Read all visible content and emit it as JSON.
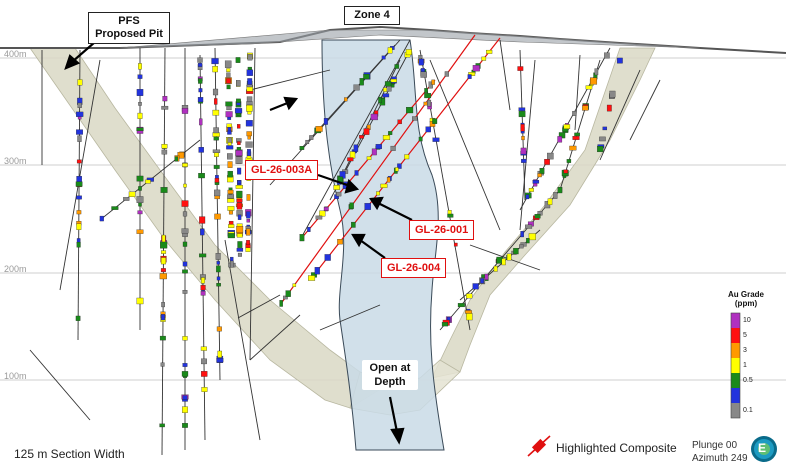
{
  "elevation_labels": [
    "400m",
    "300m",
    "200m",
    "100m"
  ],
  "callouts": {
    "pfs_pit": "PFS\nProposed Pit",
    "zone4": "Zone 4",
    "hole_003a": "GL-26-003A",
    "hole_001": "GL-26-001",
    "hole_004": "GL-26-004",
    "open_at_depth": "Open at\nDepth"
  },
  "legend": {
    "title": "Au Grade\n(ppm)",
    "entries": [
      {
        "value": "10",
        "color": "#b030c0"
      },
      {
        "value": "5",
        "color": "#ff1010"
      },
      {
        "value": "3",
        "color": "#ff9900"
      },
      {
        "value": "1",
        "color": "#ffff00"
      },
      {
        "value": "0.5",
        "color": "#1a8a1a"
      },
      {
        "value": "",
        "color": "#2233dd"
      },
      {
        "value": "0.1",
        "color": "#888888"
      }
    ]
  },
  "footer": {
    "section_width": "125 m Section Width",
    "highlighted": "Highlighted Composite",
    "plunge": "Plunge 00",
    "azimuth": "Azimuth 249",
    "logo_letter": "E"
  },
  "colors": {
    "pit_shell": "#d9d8c4",
    "zone_band": "#c9dbe6",
    "highlight_red": "#e01010",
    "drill_trace": "#333333",
    "grid": "#cfcfcf"
  },
  "icons": [
    "red-composite-icon",
    "company-logo-icon"
  ]
}
